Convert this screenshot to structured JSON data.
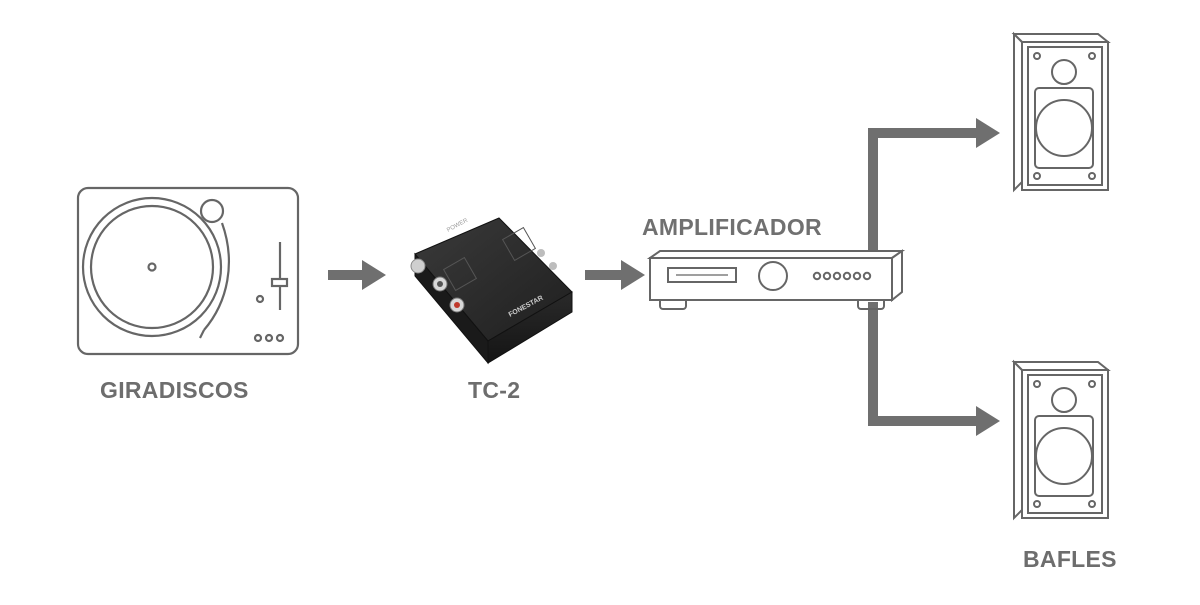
{
  "diagram": {
    "nodes": {
      "turntable": {
        "label": "GIRADISCOS"
      },
      "converter": {
        "label": "TC-2",
        "power_text": "POWER",
        "brand_text": "FONESTAR"
      },
      "amplifier": {
        "label": "AMPLIFICADOR"
      },
      "speakers": {
        "label": "BAFLES"
      }
    },
    "connections": [
      {
        "from": "turntable",
        "to": "converter"
      },
      {
        "from": "converter",
        "to": "amplifier"
      },
      {
        "from": "amplifier",
        "to": "speaker-top"
      },
      {
        "from": "amplifier",
        "to": "speaker-bottom"
      }
    ],
    "colors": {
      "line": "#6f6f6f",
      "outline": "#666666",
      "label": "#6d6d6d",
      "device_body": "#2b2b2b"
    }
  }
}
